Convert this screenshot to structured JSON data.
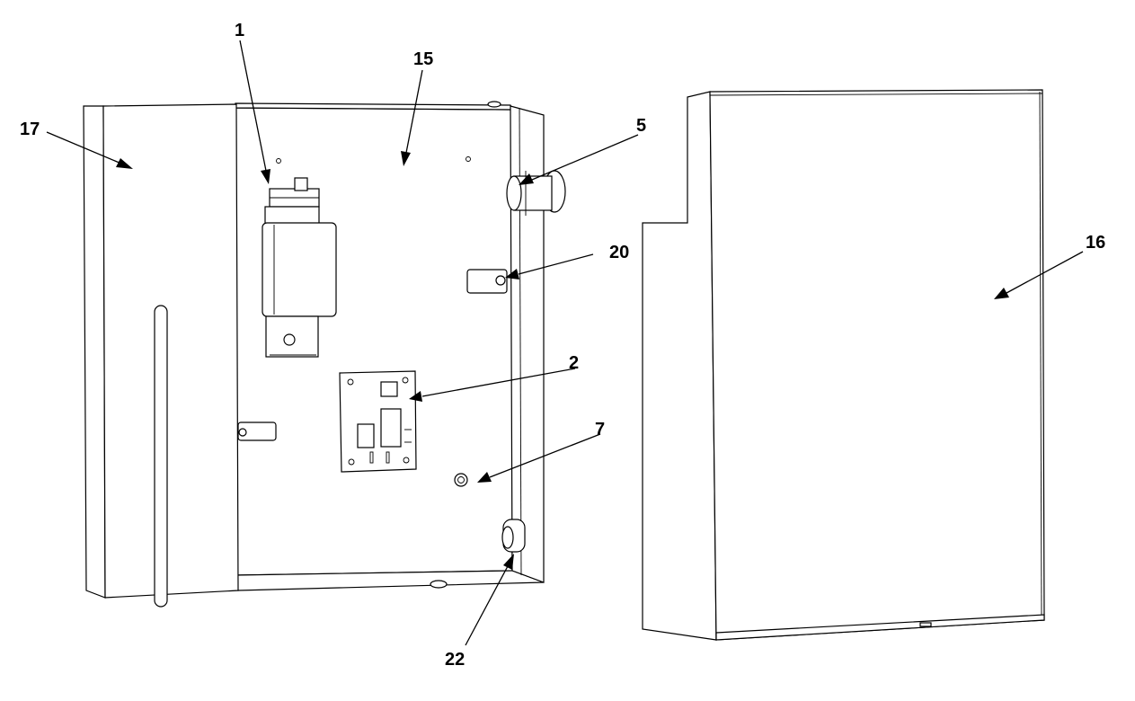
{
  "diagram": {
    "callouts": {
      "c1": "1",
      "c2": "2",
      "c5": "5",
      "c7": "7",
      "c15": "15",
      "c16": "16",
      "c17": "17",
      "c20": "20",
      "c22": "22"
    }
  }
}
